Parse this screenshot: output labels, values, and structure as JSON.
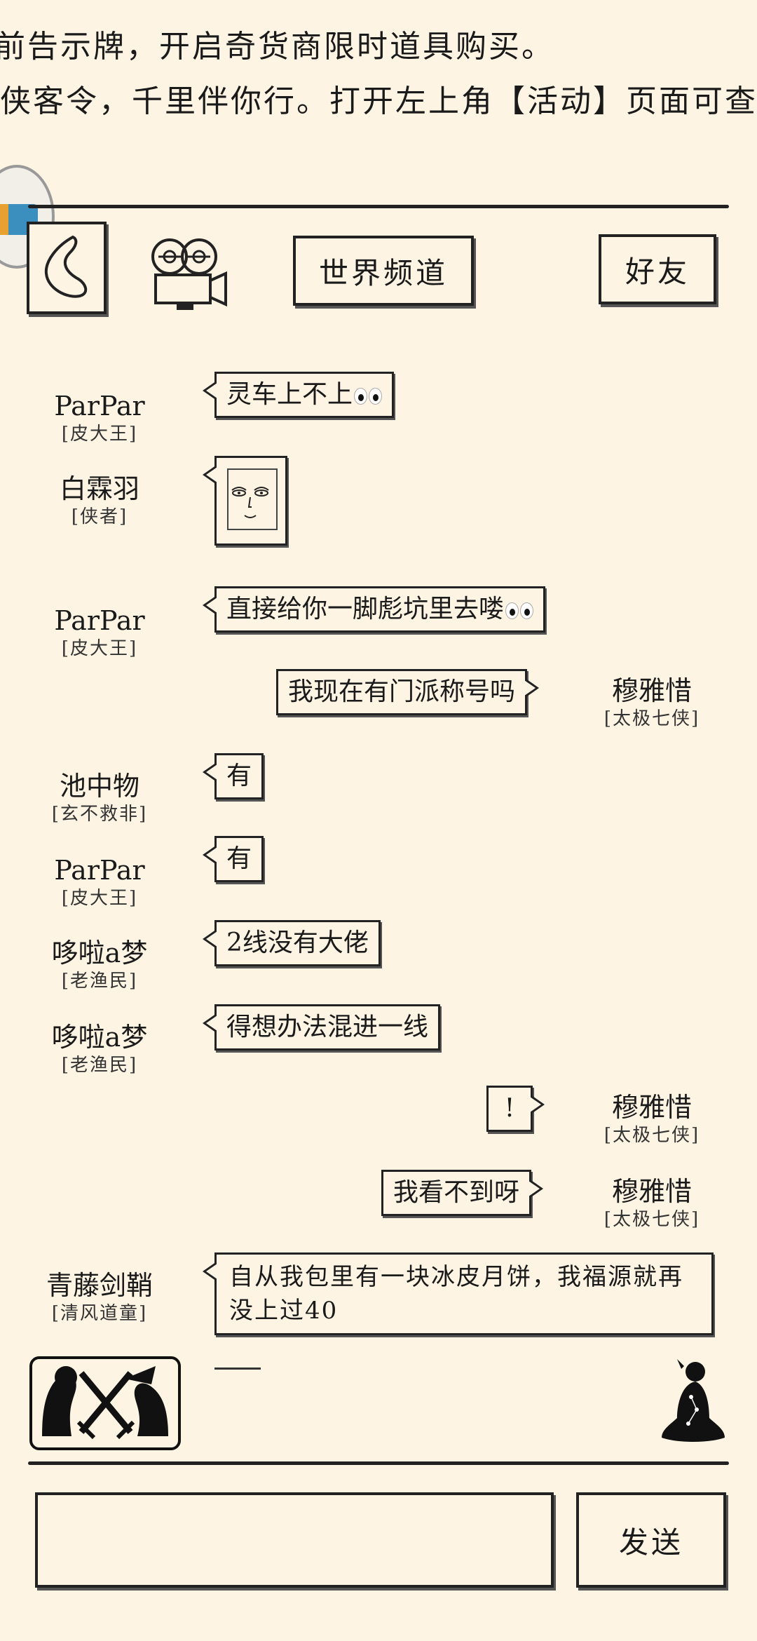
{
  "notice": {
    "line1": "前告示牌，开启奇货商限时道具购买。",
    "line2": "侠客令，千里伴你行。打开左上角【活动】页面可查看"
  },
  "header": {
    "channel_label": "世界频道",
    "friends_label": "好友"
  },
  "messages": [
    {
      "side": "left",
      "name": "ParPar",
      "title": "[皮大王]",
      "text": "灵车上不上",
      "emoji": "eyes"
    },
    {
      "side": "left",
      "name": "白霖羽",
      "title": "[侠者]",
      "text": "",
      "sticker": "face-sticker"
    },
    {
      "side": "left",
      "name": "ParPar",
      "title": "[皮大王]",
      "text": "直接给你一脚彪坑里去喽",
      "emoji": "eyes"
    },
    {
      "side": "right",
      "name": "穆雅惜",
      "title": "[太极七侠]",
      "text": "我现在有门派称号吗"
    },
    {
      "side": "left",
      "name": "池中物",
      "title": "[玄不救非]",
      "text": "有"
    },
    {
      "side": "left",
      "name": "ParPar",
      "title": "[皮大王]",
      "text": "有"
    },
    {
      "side": "left",
      "name": "哆啦a梦",
      "title": "[老渔民]",
      "text": "2线没有大佬"
    },
    {
      "side": "left",
      "name": "哆啦a梦",
      "title": "[老渔民]",
      "text": "得想办法混进一线"
    },
    {
      "side": "right",
      "name": "穆雅惜",
      "title": "[太极七侠]",
      "text": "!"
    },
    {
      "side": "right",
      "name": "穆雅惜",
      "title": "[太极七侠]",
      "text": "我看不到呀"
    },
    {
      "side": "left",
      "name": "青藤剑鞘",
      "title": "[清风道童]",
      "text_line1": "自从我包里有一块冰皮月饼，我福源就再",
      "text_line2": "没上过40"
    }
  ],
  "composer": {
    "input_value": "",
    "send_label": "发送"
  },
  "icons": {
    "back": "back-arrow-icon",
    "camera": "video-camera-icon",
    "duel": "duel-swords-icon",
    "meditate": "meditation-icon",
    "floating": "floating-app-icon"
  }
}
